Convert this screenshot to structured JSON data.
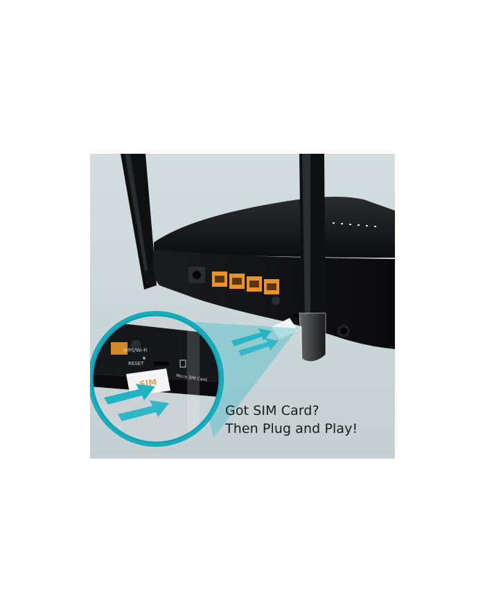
{
  "caption": {
    "line1": "Got SIM Card?",
    "line2": "Then Plug and Play!"
  },
  "sim_card": {
    "label": "SIM"
  },
  "zoom_labels": {
    "wps": "WPS/Wi-Fi",
    "reset": "RESET",
    "sim_slot": "Micro SIM Card"
  },
  "colors": {
    "background_panel": "#cbd6d8",
    "router_body": "#141517",
    "lan_ports": "#e8932a",
    "arrow_cyan": "#1fb3c4",
    "sim_label": "#e0a060"
  }
}
